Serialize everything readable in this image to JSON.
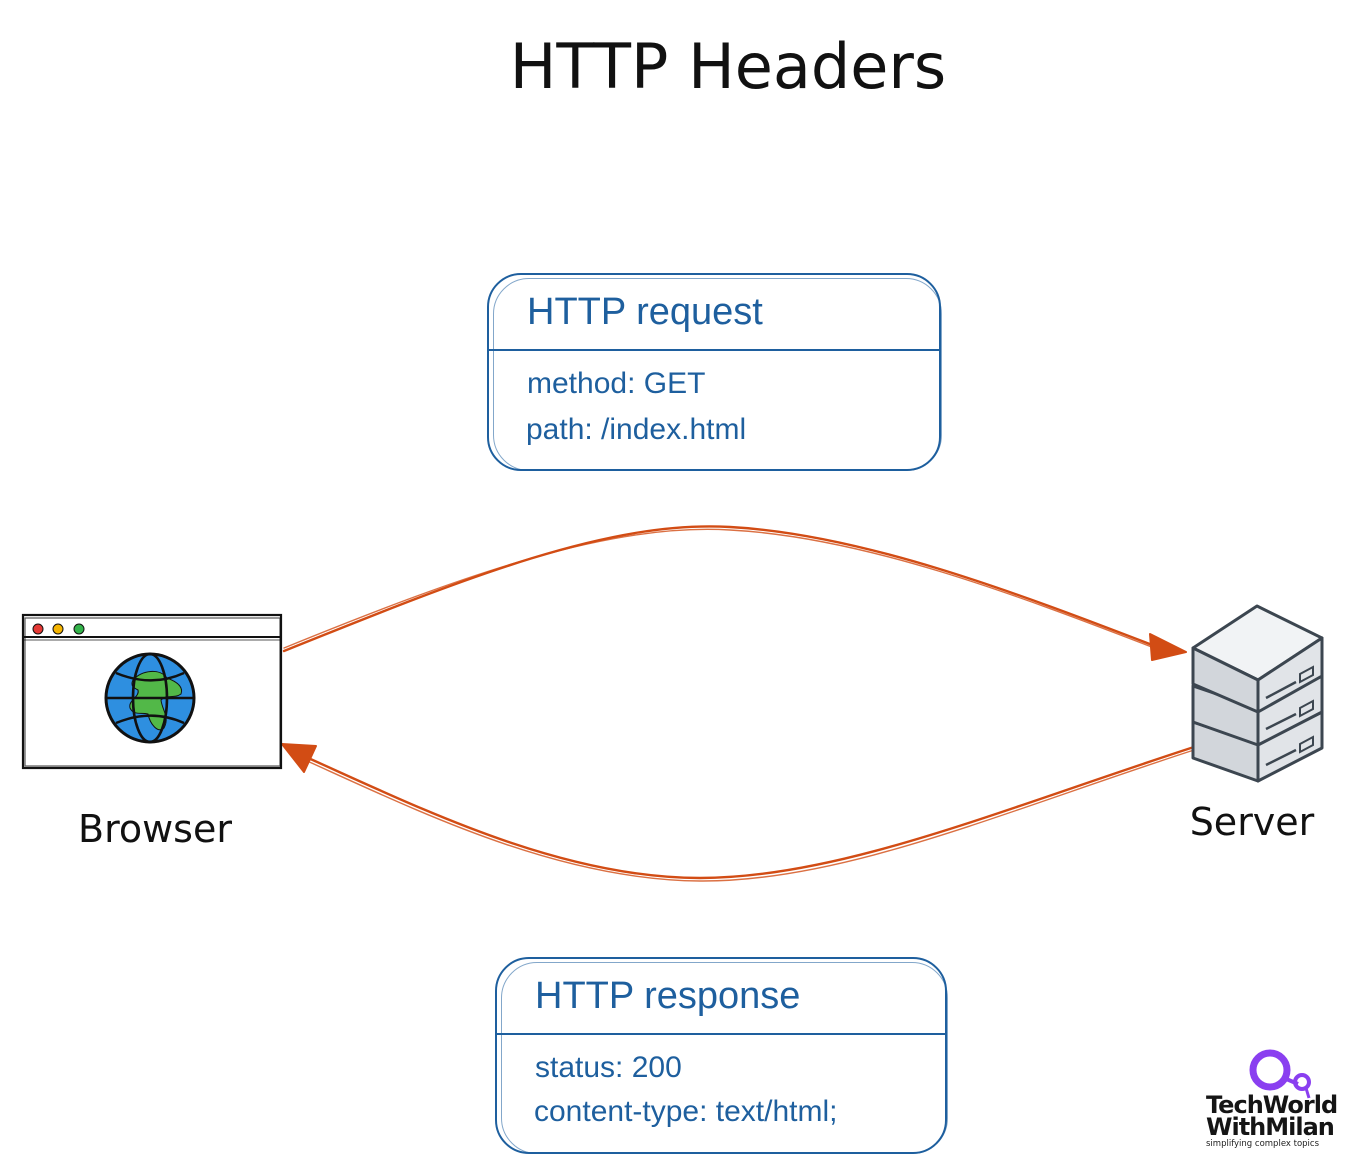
{
  "diagram": {
    "title": "HTTP Headers",
    "nodes": {
      "browser": {
        "label": "Browser"
      },
      "server": {
        "label": "Server"
      }
    },
    "request": {
      "title": "HTTP request",
      "lines": [
        "method: GET",
        "path: /index.html"
      ]
    },
    "response": {
      "title": "HTTP response",
      "lines": [
        "status: 200",
        "content-type: text/html;"
      ]
    },
    "edges": [
      {
        "from": "browser",
        "to": "server",
        "meaning": "request"
      },
      {
        "from": "server",
        "to": "browser",
        "meaning": "response"
      }
    ]
  },
  "logo": {
    "line1": "TechWorld",
    "line2": "WithMilan",
    "tagline": "simplifying complex topics"
  },
  "colors": {
    "text": "#111111",
    "card": "#1e5f9e",
    "arrow": "#d24c14",
    "globe_blue": "#2e8fe0",
    "globe_green": "#52b848",
    "server_fill": "#d9dde2",
    "server_stroke": "#3c4650",
    "logo_accent": "#8a3ff0"
  },
  "icons": [
    "browser-window-icon",
    "globe-icon",
    "server-rack-icon",
    "logo-icon"
  ]
}
